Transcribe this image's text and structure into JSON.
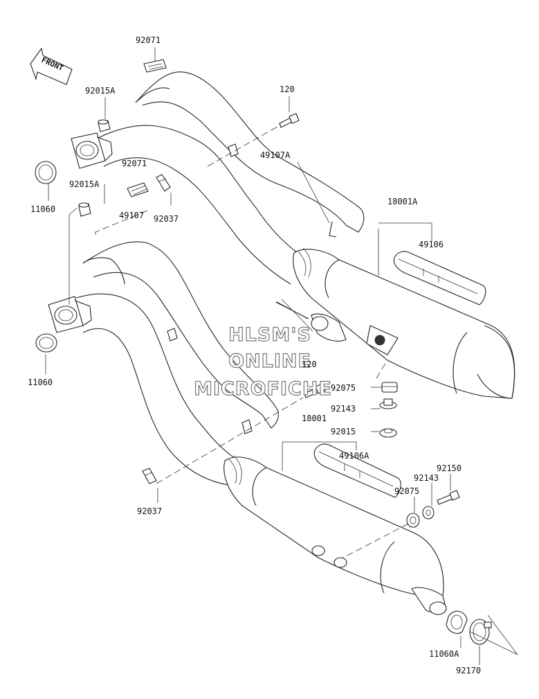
{
  "front_indicator": "FRONT",
  "watermark": {
    "line1": "HLSM'S",
    "line2": "ONLINE",
    "line3": "MICROFICHE"
  },
  "labels": {
    "p92071_top": "92071",
    "p92015A_top": "92015A",
    "p120_top": "120",
    "p49107A": "49107A",
    "p92071_mid": "92071",
    "p92015A_mid": "92015A",
    "p11060_top": "11060",
    "p92037_top": "92037",
    "p49107": "49107",
    "p18001A": "18001A",
    "p49106": "49106",
    "p11060_bot": "11060",
    "p120_bot": "120",
    "p92075_top": "92075",
    "p92143_top": "92143",
    "p18001": "18001",
    "p92015": "92015",
    "p49106A": "49106A",
    "p92150": "92150",
    "p92143_bot": "92143",
    "p92075_bot": "92075",
    "p92037_bot": "92037",
    "p11060A": "11060A",
    "p92170": "92170"
  }
}
